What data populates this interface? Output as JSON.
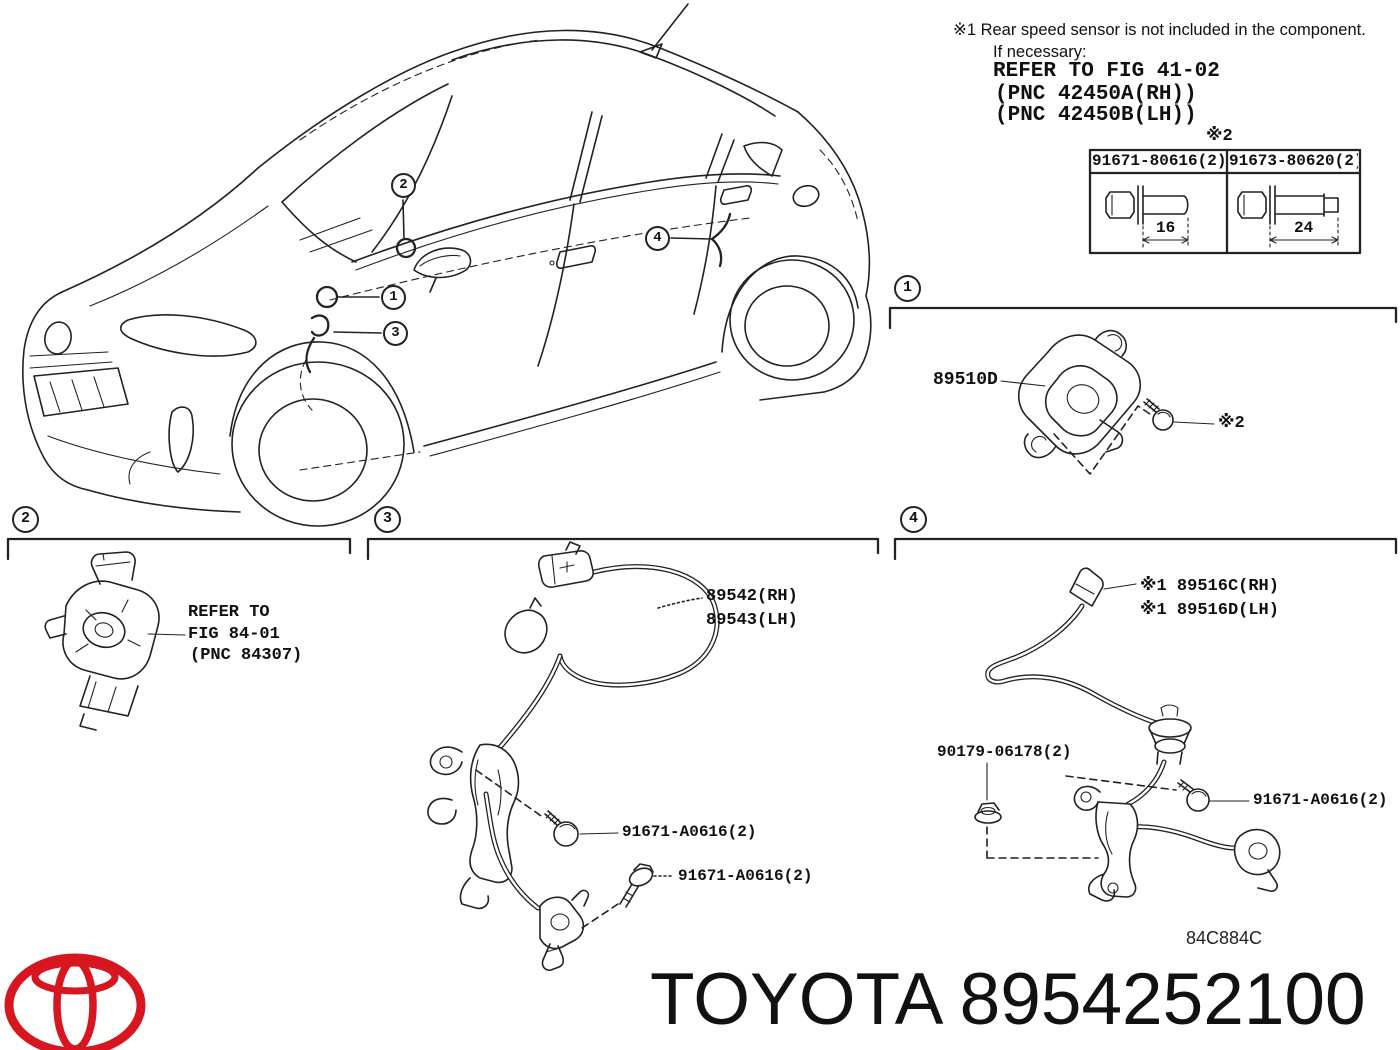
{
  "header_note": {
    "marker_line": "※1 Rear speed sensor is not included in the component.",
    "condition_line": "If necessary:",
    "refer_line": "REFER TO FIG 41-02",
    "pnc_rh": "(PNC 42450A(RH))",
    "pnc_lh": "(PNC 42450B(LH))"
  },
  "bolt_table": {
    "marker": "※2",
    "col1": {
      "part_number": "91671-80616(2)",
      "length_mm": "16"
    },
    "col2": {
      "part_number": "91673-80620(2)",
      "length_mm": "24"
    }
  },
  "callouts": {
    "n1": "1",
    "n2": "2",
    "n3": "3",
    "n4": "4"
  },
  "section_1": {
    "part_label": "89510D",
    "bolt_marker": "※2"
  },
  "section_2": {
    "refer_line1": "REFER TO",
    "refer_line2": "FIG 84-01",
    "refer_line3": "(PNC 84307)"
  },
  "section_3": {
    "cable_rh": "89542(RH)",
    "cable_lh": "89543(LH)",
    "bolt_upper": "91671-A0616(2)",
    "bolt_lower": "91671-A0616(2)"
  },
  "section_4": {
    "sensor_rh": "※1 89516C(RH)",
    "sensor_lh": "※1 89516D(LH)",
    "nut": "90179-06178(2)",
    "bolt": "91671-A0616(2)"
  },
  "footer": {
    "figure_code": "84C884C",
    "title": "TOYOTA 8954252100",
    "logo_color": "#d7161f"
  }
}
